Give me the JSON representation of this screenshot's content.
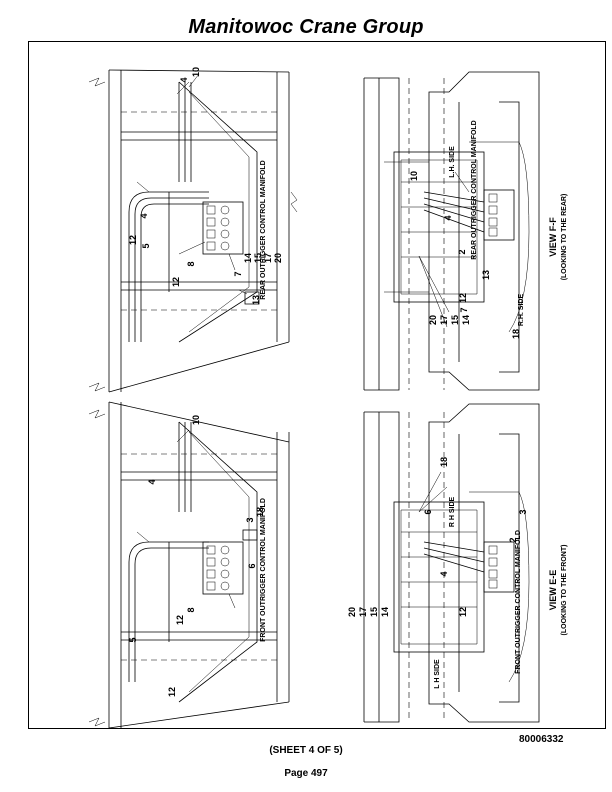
{
  "header": {
    "title": "Manitowoc Crane Group"
  },
  "footer": {
    "doc_number": "80006332",
    "sheet": "(SHEET 4 OF 5)",
    "page": "Page 497"
  },
  "drawing": {
    "rear_manifold_label": "REAR OUTRIGGER CONTROL MANIFOLD",
    "front_manifold_label": "FRONT OUTRIGGER CONTROL MANIFOLD",
    "view_ff_title": "VIEW F-F",
    "view_ff_sub": "(LOOKING TO THE REAR)",
    "view_ee_title": "VIEW E-E",
    "view_ee_sub": "(LOOKING TO THE FRONT)",
    "lh_side": "L.H. SIDE",
    "rh_side": "R.H. SIDE",
    "lh_side_e": "L H SIDE",
    "rh_side_e": "R H SIDE",
    "callouts": {
      "n2": "2",
      "n3": "3",
      "n4": "4",
      "n5": "5",
      "n6": "6",
      "n7": "7",
      "n8": "8",
      "n10": "10",
      "n12": "12",
      "n13": "13",
      "n14": "14",
      "n15": "15",
      "n17": "17",
      "n18": "18",
      "n20": "20"
    }
  }
}
